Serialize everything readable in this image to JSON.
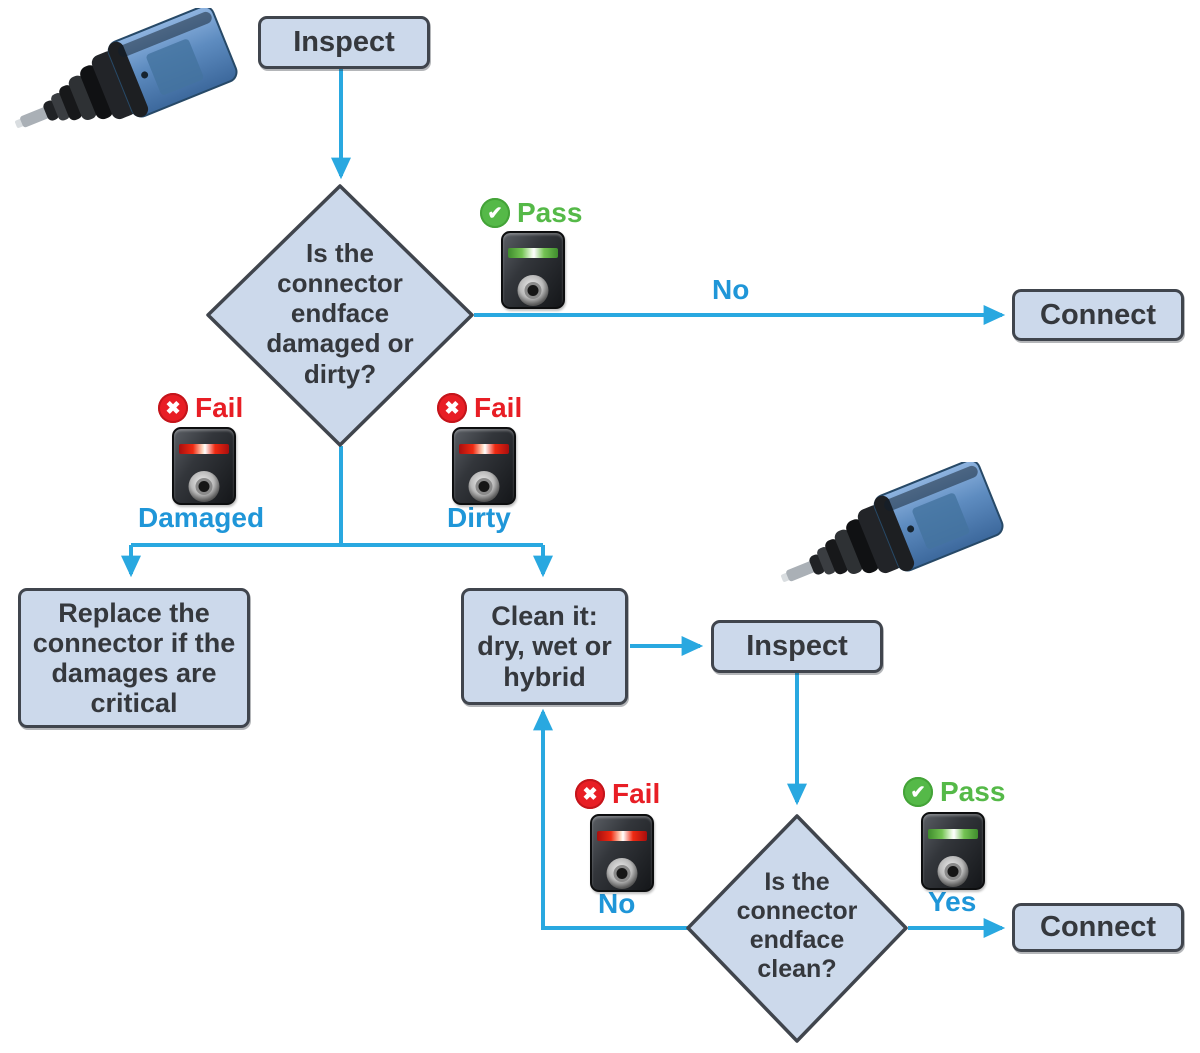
{
  "title": "Fiber connector inspect-and-clean flowchart",
  "colors": {
    "arrow_blue": "#29a8e0",
    "node_fill": "#ccd9eb",
    "node_border": "#40454d",
    "edge_label_blue": "#1f96d8",
    "fail_red": "#e81e25",
    "pass_green": "#55b948",
    "node_text": "#35383d"
  },
  "nodes": {
    "inspect_top": "Inspect",
    "decision_damaged_dirty": "Is the connector endface damaged or dirty?",
    "connect_top": "Connect",
    "replace": "Replace the connector if the damages are critical",
    "clean": "Clean it: dry, wet or hybrid",
    "inspect_after_clean": "Inspect",
    "decision_clean": "Is the connector endface clean?",
    "connect_bottom": "Connect"
  },
  "edge_labels": {
    "no_top": "No",
    "damaged": "Damaged",
    "dirty": "Dirty",
    "no_loop": "No",
    "yes": "Yes"
  },
  "badges": {
    "pass": "Pass",
    "fail": "Fail"
  },
  "icon_glyphs": {
    "pass_check": "✔",
    "fail_x": "✖"
  }
}
